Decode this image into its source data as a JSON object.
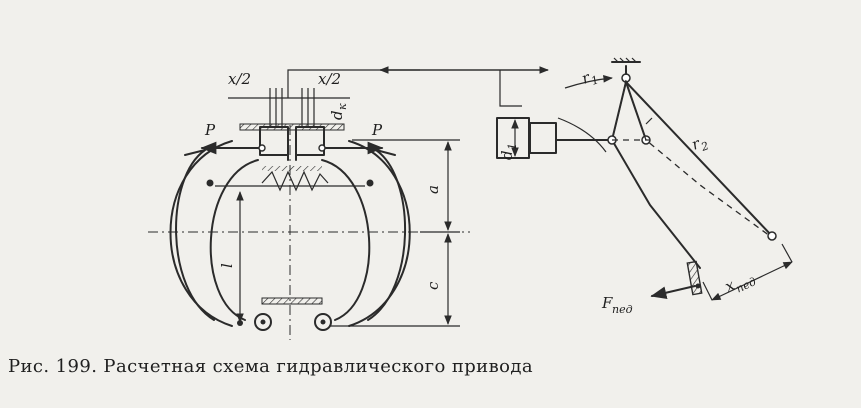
{
  "caption": "Рис. 199. Расчетная схема гидравлического привода",
  "labels": {
    "x_half_left": "x/2",
    "x_half_right": "x/2",
    "d_k_main": "d",
    "d_k_sub": "к",
    "p_left": "P",
    "p_right": "P",
    "d_1_main": "d",
    "d_1_sub": "1",
    "a": "a",
    "l": "l",
    "c": "c",
    "r_1_main": "r",
    "r_1_sub": "1",
    "r_2_main": "r",
    "r_2_sub": "2",
    "f_ped_main": "F",
    "f_ped_sub": "пед",
    "x_ped_main": "x",
    "x_ped_sub": "пед"
  }
}
